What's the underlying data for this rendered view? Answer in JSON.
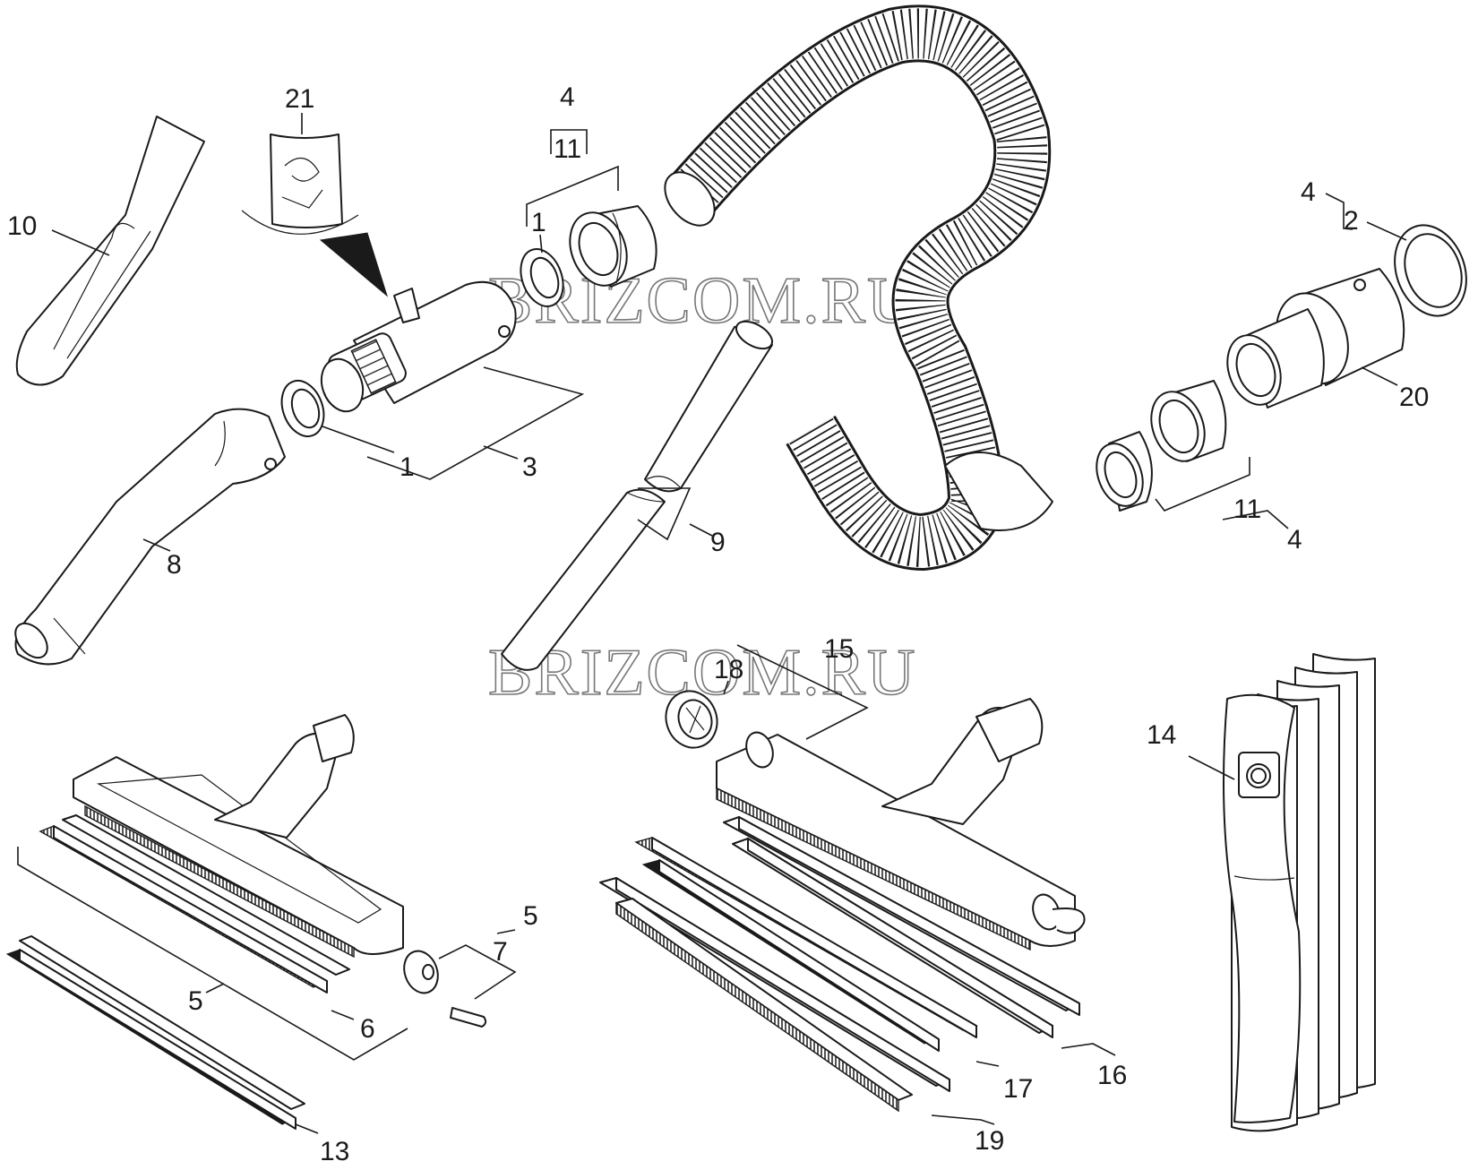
{
  "watermarks": [
    "BRIZCOM.RU",
    "BRIZCOM.RU"
  ],
  "labels": {
    "p21": "21",
    "p10": "10",
    "p4a": "4",
    "p11a": "11",
    "p1a": "1",
    "p1b": "1",
    "p3": "3",
    "p8": "8",
    "p9": "9",
    "p4b": "4",
    "p2": "2",
    "p20": "20",
    "p11b": "11",
    "p4c": "4",
    "p15": "15",
    "p18": "18",
    "p14": "14",
    "p5a": "5",
    "p7": "7",
    "p5b": "5",
    "p6": "6",
    "p13": "13",
    "p16": "16",
    "p17": "17",
    "p19": "19"
  }
}
